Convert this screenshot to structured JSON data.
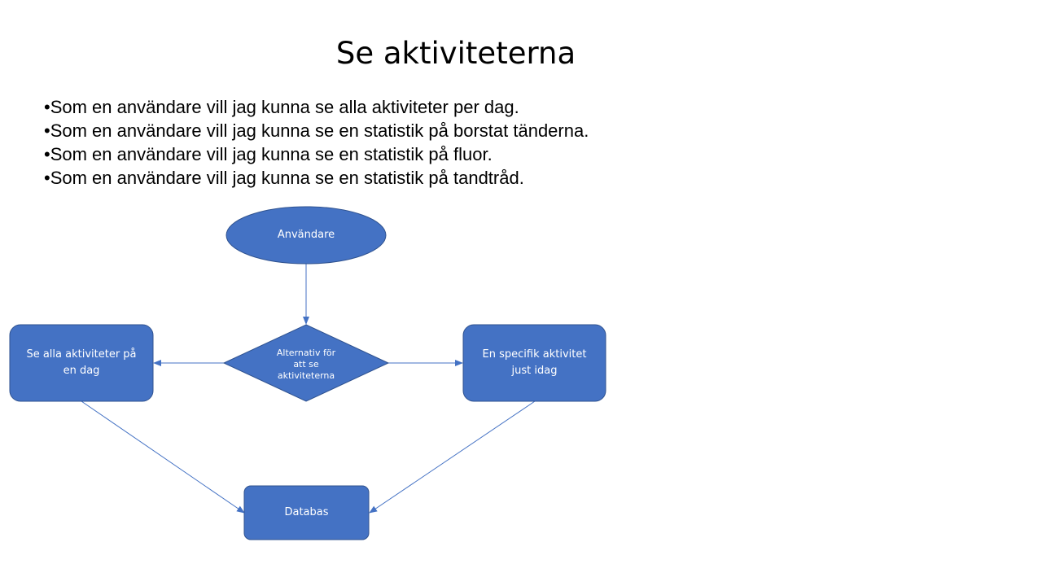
{
  "slide": {
    "title": "Se aktiviteterna",
    "bullets": [
      "Som en användare vill jag kunna se alla aktiviteter per dag.",
      "Som en användare vill jag kunna se en statistik på borstat tänderna.",
      "Som en användare vill jag kunna se en statistik på fluor.",
      "Som en användare vill jag kunna se en statistik på tandtråd."
    ],
    "bullet_char": "•"
  },
  "diagram": {
    "colors": {
      "fill": "#4472c4",
      "stroke": "#2f528f",
      "connector": "#4472c4",
      "text": "#ffffff"
    },
    "nodes": {
      "user": "Användare",
      "decision": "Alternativ för att se aktiviteterna",
      "left": "Se alla aktiviteter på en dag",
      "right": "En specifik aktivitet just idag",
      "database": "Databas"
    }
  }
}
